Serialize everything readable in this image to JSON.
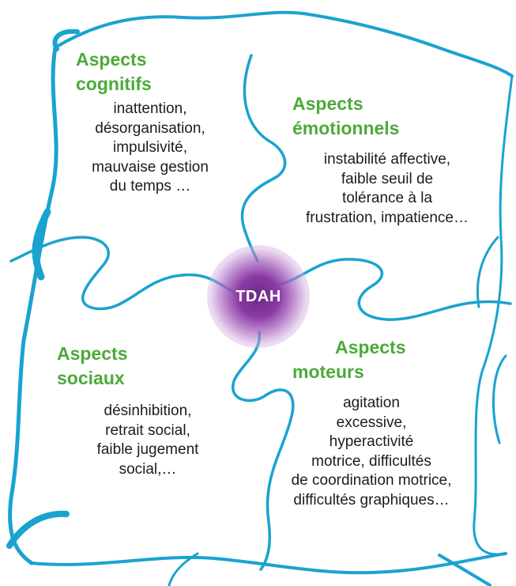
{
  "center": {
    "label": "TDAH"
  },
  "colors": {
    "stroke": "#1aa3d0",
    "title": "#4caa3a",
    "text": "#1c1c1c",
    "center": "#7b2f97"
  },
  "pieces": {
    "cognitifs": {
      "title": [
        "Aspects",
        "cognitifs"
      ],
      "lines": [
        "inattention,",
        "désorganisation,",
        "impulsivité,",
        "mauvaise gestion",
        "du temps …"
      ]
    },
    "emotionnels": {
      "title": [
        "Aspects",
        "émotionnels"
      ],
      "lines": [
        "instabilité affective,",
        "faible seuil de",
        "tolérance à la",
        "frustration, impatience…"
      ]
    },
    "sociaux": {
      "title": [
        "Aspects",
        "sociaux"
      ],
      "lines": [
        "désinhibition,",
        "retrait social,",
        "faible jugement",
        "social,…"
      ]
    },
    "moteurs": {
      "title": [
        "Aspects",
        "moteurs"
      ],
      "lines": [
        "agitation",
        "excessive,",
        "hyperactivité",
        "motrice, difficultés",
        "de coordination motrice,",
        "difficultés graphiques…"
      ]
    }
  }
}
